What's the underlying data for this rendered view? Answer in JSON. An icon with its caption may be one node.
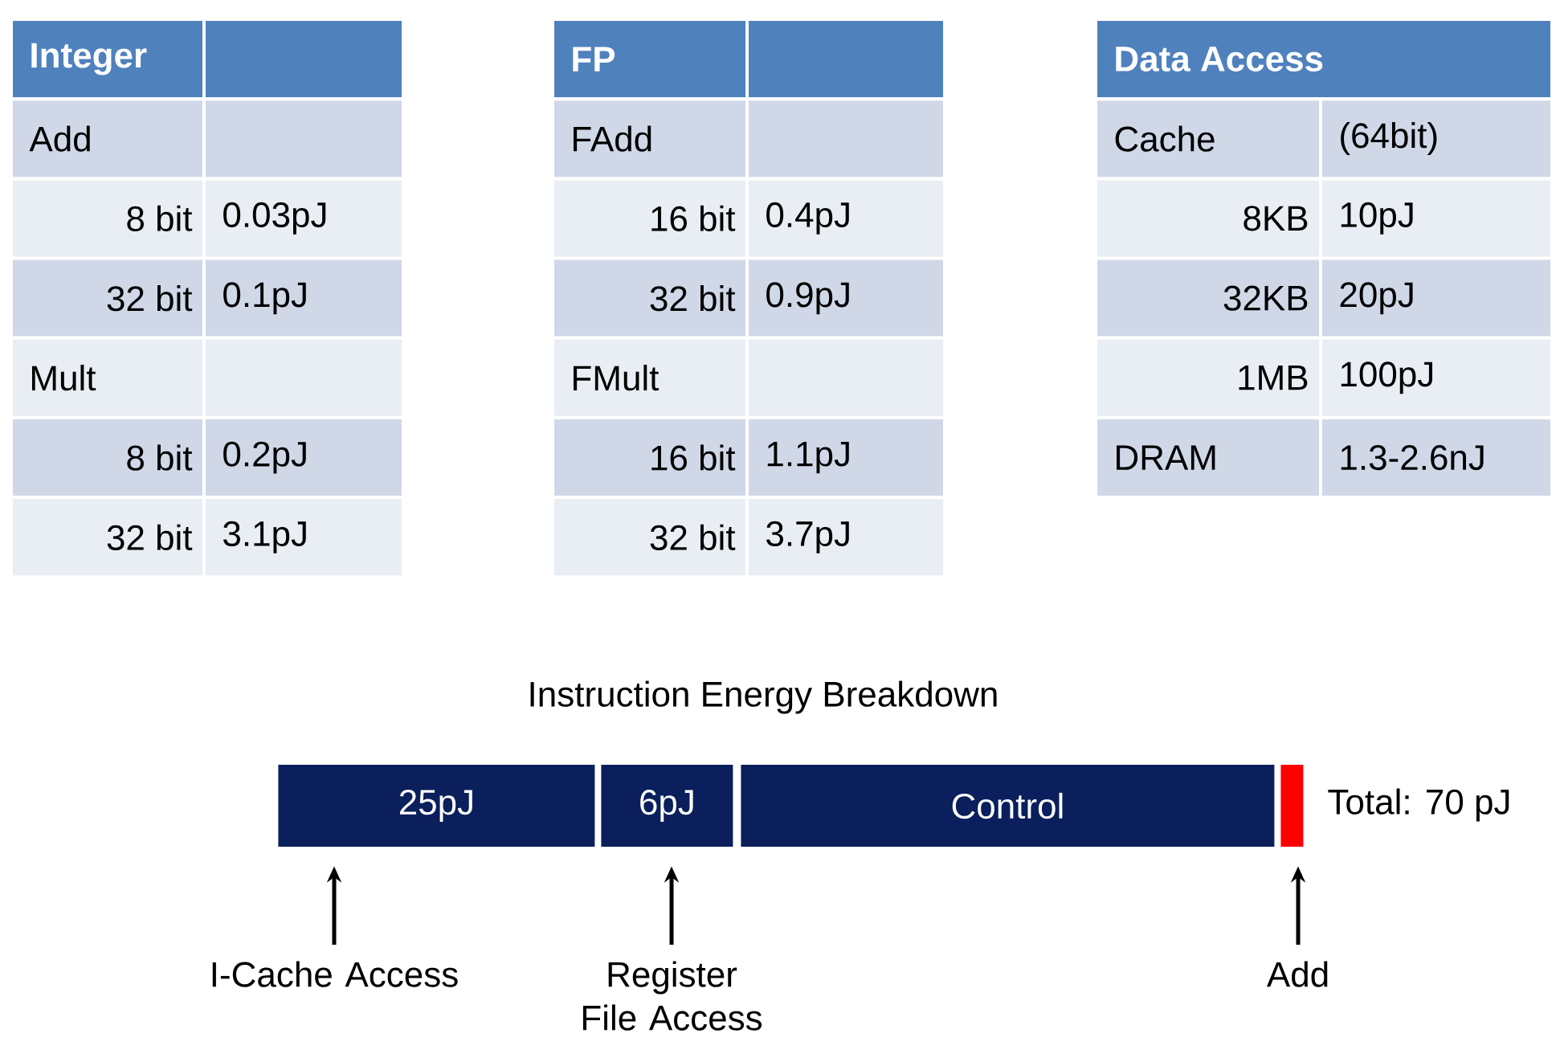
{
  "diagram": {
    "title": "Instruction Energy Breakdown",
    "nodes": [
      {
        "text": [
          "25pJ"
        ]
      },
      {
        "text": [
          "6pJ"
        ]
      },
      {
        "text": [
          "Control"
        ]
      },
      {
        "text": [],
        "shape": "bar"
      },
      {
        "text": [
          "I-Cache Access"
        ]
      },
      {
        "text": [
          "Register File Access"
        ]
      },
      {
        "text": [
          "Add"
        ]
      }
    ],
    "edges": [
      {
        "from": 4,
        "to": 0,
        "arrow": "to"
      },
      {
        "from": 5,
        "to": 1,
        "arrow": "to"
      },
      {
        "from": 6,
        "to": 3,
        "arrow": "to"
      }
    ],
    "labels": [
      "Integer",
      "Add",
      "8 bit",
      "0.03pJ",
      "32 bit",
      "0.1pJ",
      "Mult",
      "8 bit",
      "0.2pJ",
      "32 bit",
      "3.1pJ",
      "FP",
      "FAdd",
      "16 bit",
      "0.4pJ",
      "32 bit",
      "0.9pJ",
      "FMult",
      "16 bit",
      "1.1pJ",
      "32 bit",
      "3.7pJ",
      "Data Access",
      "Cache",
      "(64bit)",
      "8KB",
      "10pJ",
      "32KB",
      "20pJ",
      "1MB",
      "100pJ",
      "DRAM",
      "1.3-2.6nJ",
      "Total: 70 pJ"
    ]
  }
}
